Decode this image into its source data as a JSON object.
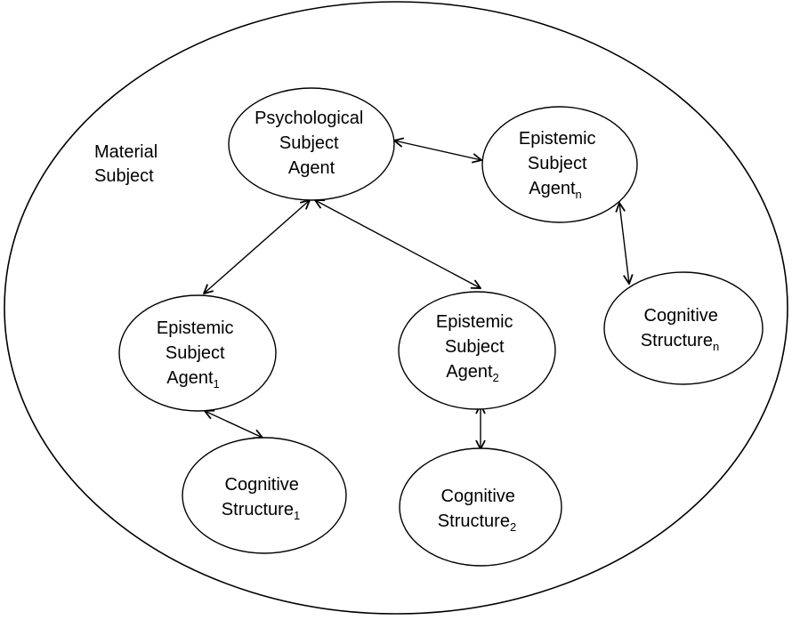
{
  "diagram": {
    "container": {
      "label_lines": [
        "Material",
        "Subject"
      ]
    },
    "nodes": [
      {
        "id": "psych",
        "lines": [
          "Psychological",
          "Subject",
          "Agent"
        ],
        "subscript": ""
      },
      {
        "id": "epi_n",
        "lines": [
          "Epistemic",
          "Subject",
          "Agent"
        ],
        "subscript": "n"
      },
      {
        "id": "epi_1",
        "lines": [
          "Epistemic",
          "Subject",
          "Agent"
        ],
        "subscript": "1"
      },
      {
        "id": "epi_2",
        "lines": [
          "Epistemic",
          "Subject",
          "Agent"
        ],
        "subscript": "2"
      },
      {
        "id": "cog_n",
        "lines": [
          "Cognitive",
          "Structure"
        ],
        "subscript": "n"
      },
      {
        "id": "cog_1",
        "lines": [
          "Cognitive",
          "Structure"
        ],
        "subscript": "1"
      },
      {
        "id": "cog_2",
        "lines": [
          "Cognitive",
          "Structure"
        ],
        "subscript": "2"
      }
    ],
    "edges": [
      {
        "from": "psych",
        "to": "epi_n",
        "direction": "both"
      },
      {
        "from": "psych",
        "to": "epi_1",
        "direction": "both"
      },
      {
        "from": "psych",
        "to": "epi_2",
        "direction": "both"
      },
      {
        "from": "epi_n",
        "to": "cog_n",
        "direction": "both"
      },
      {
        "from": "epi_1",
        "to": "cog_1",
        "direction": "both"
      },
      {
        "from": "epi_2",
        "to": "cog_2",
        "direction": "both"
      }
    ]
  }
}
